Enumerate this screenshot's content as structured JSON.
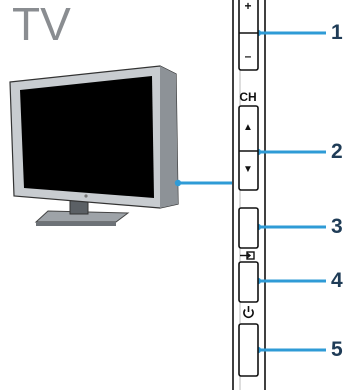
{
  "title": "TV",
  "side_panel": {
    "buttons": [
      {
        "name": "volume-rocker",
        "glyphs": [
          "+",
          "–"
        ],
        "callout": "1"
      },
      {
        "name": "channel-rocker",
        "label": "CH",
        "glyphs": [
          "▲",
          "▼"
        ],
        "callout": "2"
      },
      {
        "name": "blank-button",
        "callout": "3"
      },
      {
        "name": "source-button",
        "icon": "source-icon",
        "callout": "4"
      },
      {
        "name": "power-button",
        "icon": "power-icon",
        "callout": "5"
      }
    ]
  },
  "colors": {
    "title": "#8a8d91",
    "callout_line": "#2f9bd6",
    "callout_number": "#1f3c57",
    "panel": "#ffffff",
    "outline": "#111111"
  }
}
